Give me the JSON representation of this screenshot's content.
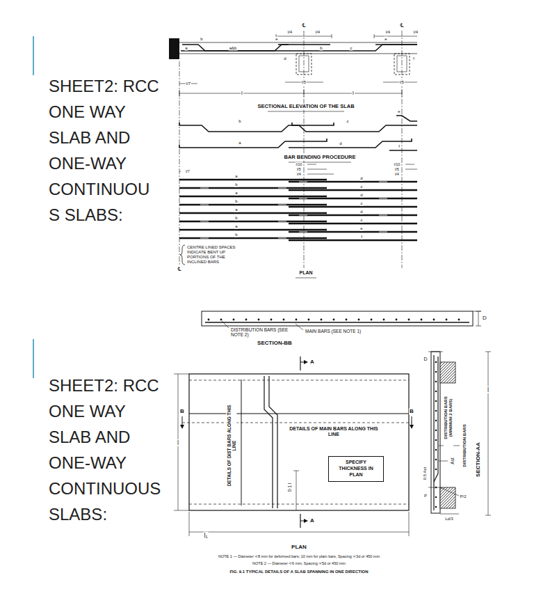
{
  "diagram": {
    "caption": "FIG. 9.1 TYPICAL DETAILS OF A SLAB SPANNING IN ONE DIRECTION",
    "nodes": [
      {
        "text": [
          "SPECIFY THICKNESS IN PLAN"
        ]
      }
    ],
    "labels": [
      "SHEET2: RCC ONE WAY SLAB AND ONE-WAY CONTINUOU S SLABS:",
      "SHEET2: RCC ONE WAY SLAB AND ONE-WAY CONTINUOUS SLABS:",
      "℄",
      "℄",
      "l/4",
      "l/4",
      "l/4",
      "l/4",
      "a",
      "b",
      "a&b",
      "e",
      "d",
      "b",
      "c",
      "e",
      "f",
      "l/7",
      "l/5",
      "l/5",
      "l",
      "l",
      "SECTIONAL ELEVATION OF THE SLAB",
      "b",
      "c",
      "e",
      "a",
      "d",
      "f",
      "BAR BENDING PROCEDURE",
      "l/10",
      "l/5",
      "l/4",
      "l/10",
      "l/5",
      "l/4",
      "l/7",
      "a",
      "b",
      "a",
      "b",
      "a",
      "b",
      "a",
      "b",
      "d",
      "c",
      "d",
      "c",
      "d",
      "c",
      "e",
      "f",
      "CENTRE LINED SPACES INDICATE BENT UP PORTIONS OF THE INCLINED BARS",
      "℄",
      "PLAN",
      "D",
      "DISTRIBUTION BARS (SEE NOTE 2)",
      "MAIN BARS (SEE NOTE 1)",
      "SECTION-BB",
      "A",
      "B",
      "B",
      "DETAILS OF MAIN BARS ALONG THIS LINE",
      "DETAILS OF DIST BARS ALONG THIS LINE",
      "l",
      "0·1 l",
      "A",
      "l₁",
      "PLAN",
      "NOTE 1 — Diameter ≮ 8 mm for deformed bars; 10 mm for plain bars, Spacing ≯ 3d or 450 mm",
      "NOTE 2 — Diameter ≮ 6 mm; Spacing ≯ 5d or 450 mm",
      "D",
      "DISTRIBUTION BARS (MINIMUM 2 BARS)",
      "Ast",
      "DISTRIBUTION BARS",
      "l",
      "SECTION-AA",
      "0.5 Ast",
      "P",
      "P/2",
      "Ld/3"
    ]
  }
}
